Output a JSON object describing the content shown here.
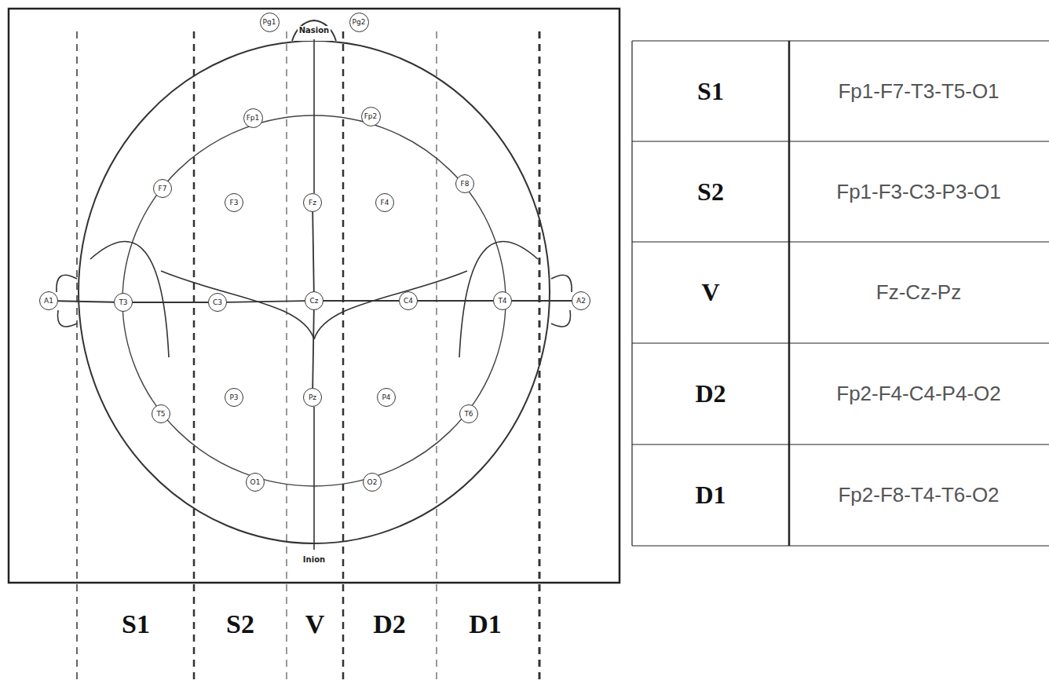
{
  "diagram": {
    "nodes": [
      {
        "text": [
          "Pg1"
        ]
      },
      {
        "text": [
          "Pg2"
        ]
      },
      {
        "text": [
          "Fp1"
        ]
      },
      {
        "text": [
          "Fp2"
        ]
      },
      {
        "text": [
          "F7"
        ]
      },
      {
        "text": [
          "F3"
        ]
      },
      {
        "text": [
          "Fz"
        ]
      },
      {
        "text": [
          "F4"
        ]
      },
      {
        "text": [
          "F8"
        ]
      },
      {
        "text": [
          "A1"
        ]
      },
      {
        "text": [
          "T3"
        ]
      },
      {
        "text": [
          "C3"
        ]
      },
      {
        "text": [
          "Cz"
        ]
      },
      {
        "text": [
          "C4"
        ]
      },
      {
        "text": [
          "T4"
        ]
      },
      {
        "text": [
          "A2"
        ]
      },
      {
        "text": [
          "T5"
        ]
      },
      {
        "text": [
          "P3"
        ]
      },
      {
        "text": [
          "Pz"
        ]
      },
      {
        "text": [
          "P4"
        ]
      },
      {
        "text": [
          "T6"
        ]
      },
      {
        "text": [
          "O1"
        ]
      },
      {
        "text": [
          "O2"
        ]
      }
    ],
    "edges": [
      {
        "from": 6,
        "to": 12,
        "arrow": "none"
      },
      {
        "from": 12,
        "to": 18,
        "arrow": "none"
      },
      {
        "from": 9,
        "to": 10,
        "arrow": "none"
      },
      {
        "from": 10,
        "to": 11,
        "arrow": "none"
      },
      {
        "from": 11,
        "to": 12,
        "arrow": "none"
      },
      {
        "from": 12,
        "to": 13,
        "arrow": "none"
      },
      {
        "from": 13,
        "to": 14,
        "arrow": "none"
      },
      {
        "from": 14,
        "to": 15,
        "arrow": "none"
      }
    ],
    "labels": [
      "Nasion",
      "Inion",
      "S1",
      "S2",
      "V",
      "D2",
      "D1",
      "S1",
      "Fp1-F7-T3-T5-O1",
      "S2",
      "Fp1-F3-C3-P3-O1",
      "V",
      "Fz-Cz-Pz",
      "D2",
      "Fp2-F4-C4-P4-O2",
      "D1",
      "Fp2-F8-T4-T6-O2"
    ]
  }
}
